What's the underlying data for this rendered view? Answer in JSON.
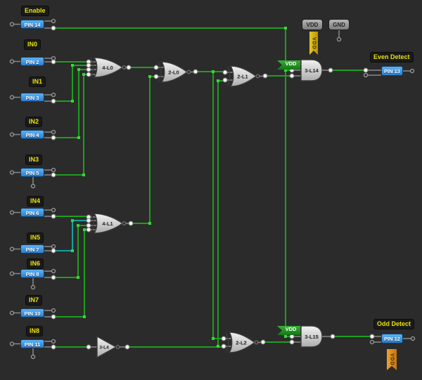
{
  "canvas": {
    "background": "#2b2b2b",
    "wire_green": "#1f9e1f",
    "wire_teal": "#17a0a0",
    "junction_green": "#38d638",
    "pin_blue": "#3d9ae8",
    "label_yellow": "#ece20a"
  },
  "input_pins": [
    {
      "label": "PIN 14",
      "tag": "Enable"
    },
    {
      "label": "PIN 2",
      "tag": "IN0"
    },
    {
      "label": "PIN 3",
      "tag": "IN1"
    },
    {
      "label": "PIN 4",
      "tag": "IN2"
    },
    {
      "label": "PIN 5",
      "tag": "IN3"
    },
    {
      "label": "PIN 6",
      "tag": "IN4"
    },
    {
      "label": "PIN 7",
      "tag": "IN5"
    },
    {
      "label": "PIN 8",
      "tag": "IN6"
    },
    {
      "label": "PIN 10",
      "tag": "IN7"
    },
    {
      "label": "PIN 11",
      "tag": "IN8"
    }
  ],
  "output_pins": [
    {
      "label": "PIN 13",
      "tag": "Even Detect"
    },
    {
      "label": "PIN 12",
      "tag": "Odd Detect"
    }
  ],
  "gates": {
    "xor4_a": "4-L0",
    "xor4_b": "4-L1",
    "xor2_a": "2-L0",
    "xor2_b": "2-L1",
    "xor2_c": "2-L2",
    "and3_a": "3-L14",
    "and3_b": "3-L15",
    "buffer": "3-L4"
  },
  "power": {
    "vdd_box": "VDD",
    "gnd_box": "GND",
    "vdd_tag_top": "VDD",
    "vdd_tag_bottom": "VDD",
    "vdd_flag_top": "VDD",
    "vdd_flag_pin12": "VDD"
  }
}
